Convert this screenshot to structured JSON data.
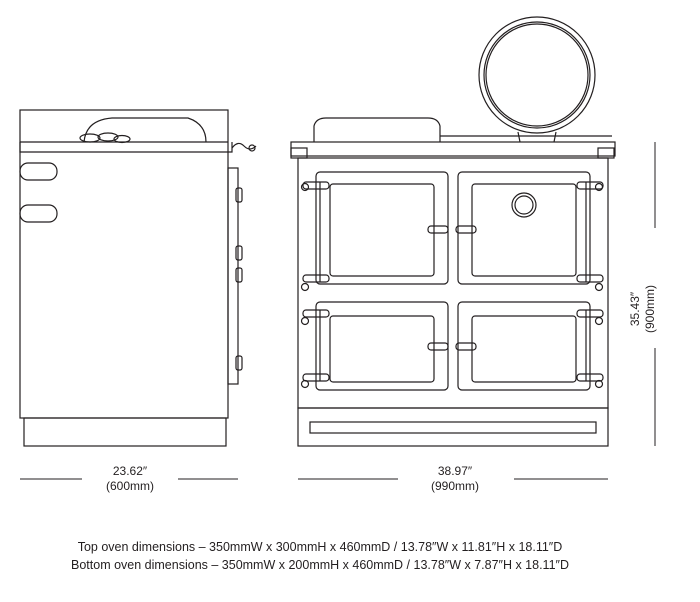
{
  "dimensions": {
    "side_depth_in": "23.62″",
    "side_depth_mm": "(600mm)",
    "front_width_in": "38.97″",
    "front_width_mm": "(990mm)",
    "height_in": "35.43″",
    "height_mm": "(900mm)"
  },
  "specs": {
    "top_oven": "Top oven dimensions – 350mmW x 300mmH x 460mmD / 13.78″W x 11.81″H x 18.11″D",
    "bottom_oven": "Bottom oven dimensions – 350mmW x 200mmH x 460mmD / 13.78″W x 7.87″H x 18.11″D"
  },
  "colors": {
    "line": "#231f20",
    "background": "#ffffff"
  }
}
